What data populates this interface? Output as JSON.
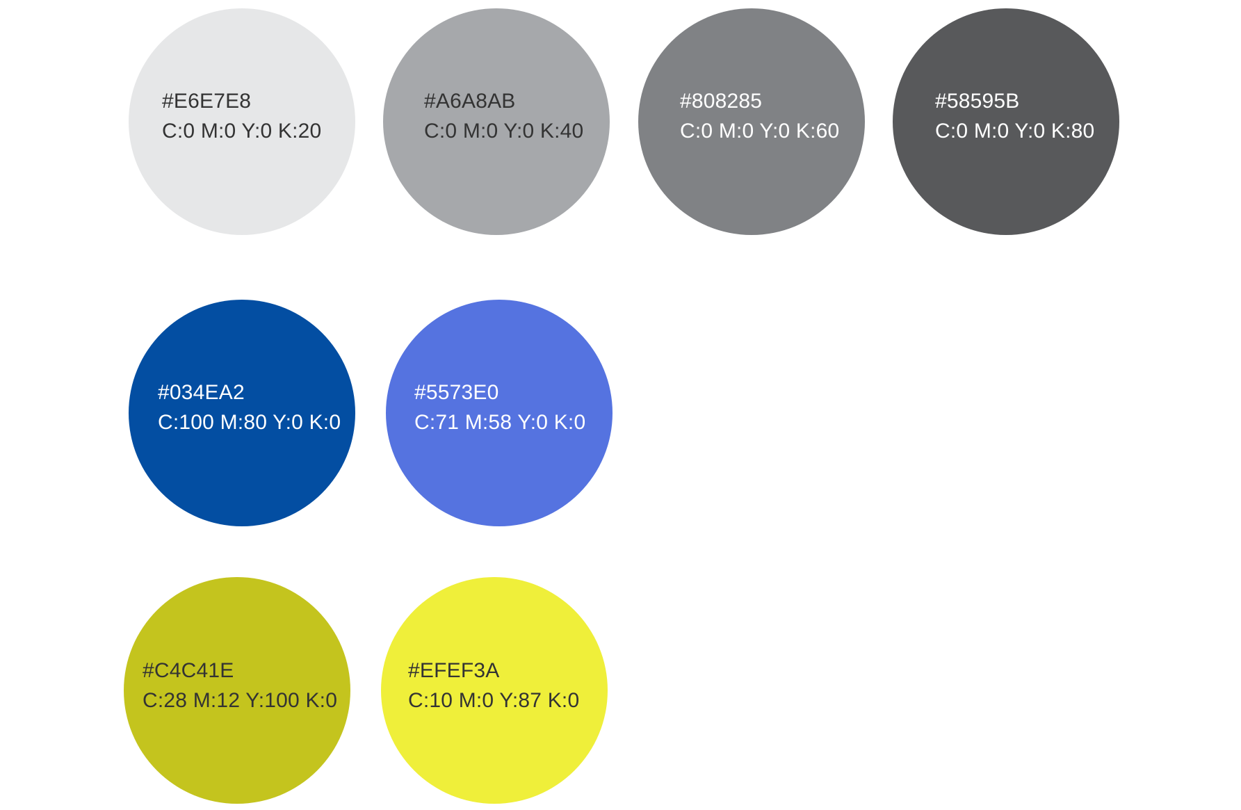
{
  "swatches": [
    {
      "hex": "#E6E7E8",
      "cmyk": "C:0 M:0 Y:0 K:20",
      "text_color": "#333333"
    },
    {
      "hex": "#A6A8AB",
      "cmyk": "C:0 M:0 Y:0 K:40",
      "text_color": "#333333"
    },
    {
      "hex": "#808285",
      "cmyk": "C:0 M:0 Y:0 K:60",
      "text_color": "#ffffff"
    },
    {
      "hex": "#58595B",
      "cmyk": "C:0 M:0 Y:0 K:80",
      "text_color": "#ffffff"
    },
    {
      "hex": "#034EA2",
      "cmyk": "C:100 M:80 Y:0 K:0",
      "text_color": "#ffffff"
    },
    {
      "hex": "#5573E0",
      "cmyk": "C:71 M:58 Y:0 K:0",
      "text_color": "#ffffff"
    },
    {
      "hex": "#C4C41E",
      "cmyk": "C:28 M:12 Y:100 K:0",
      "text_color": "#333333"
    },
    {
      "hex": "#EFEF3A",
      "cmyk": "C:10 M:0 Y:87 K:0",
      "text_color": "#333333"
    }
  ]
}
